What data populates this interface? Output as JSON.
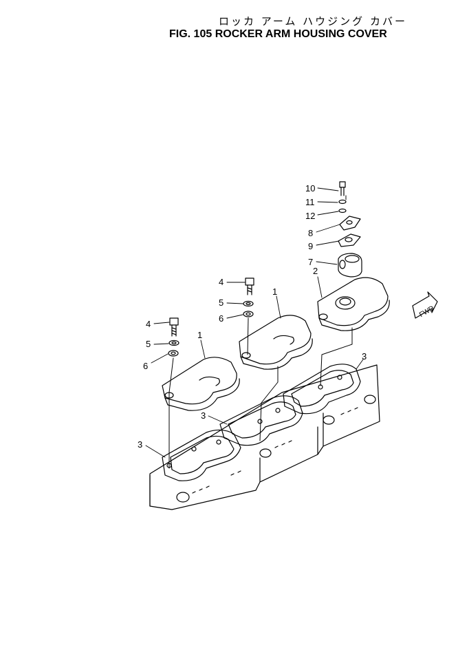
{
  "header": {
    "title_jp": "ロッカ アーム ハウジング カバー",
    "title_en": "FIG. 105  ROCKER ARM HOUSING COVER"
  },
  "fwd_label": "FWD",
  "callouts": [
    {
      "id": "c10",
      "label": "10"
    },
    {
      "id": "c11",
      "label": "11"
    },
    {
      "id": "c12",
      "label": "12"
    },
    {
      "id": "c8",
      "label": "8"
    },
    {
      "id": "c9",
      "label": "9"
    },
    {
      "id": "c7",
      "label": "7"
    },
    {
      "id": "c2",
      "label": "2"
    },
    {
      "id": "c4a",
      "label": "4"
    },
    {
      "id": "c5a",
      "label": "5"
    },
    {
      "id": "c6a",
      "label": "6"
    },
    {
      "id": "c1a",
      "label": "1"
    },
    {
      "id": "c4b",
      "label": "4"
    },
    {
      "id": "c5b",
      "label": "5"
    },
    {
      "id": "c6b",
      "label": "6"
    },
    {
      "id": "c1b",
      "label": "1"
    },
    {
      "id": "c3a",
      "label": "3"
    },
    {
      "id": "c3b",
      "label": "3"
    },
    {
      "id": "c3c",
      "label": "3"
    }
  ]
}
